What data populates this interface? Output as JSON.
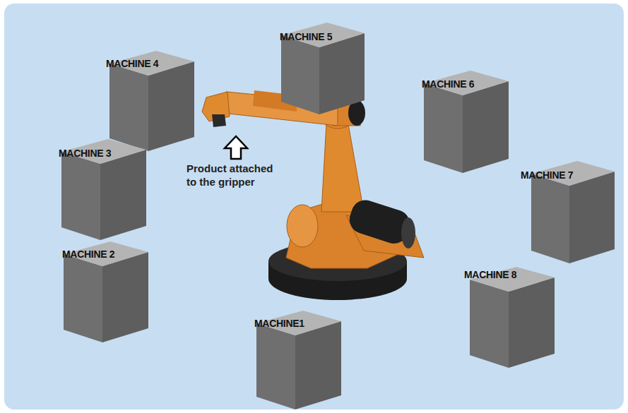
{
  "diagram": {
    "nodes": [
      {
        "text": [
          "MACHINE 5"
        ]
      },
      {
        "text": [
          "MACHINE 4"
        ]
      },
      {
        "text": [
          "MACHINE 6"
        ]
      },
      {
        "text": [
          "MACHINE 3"
        ]
      },
      {
        "text": [
          "MACHINE 7"
        ]
      },
      {
        "text": [
          "MACHINE 2"
        ]
      },
      {
        "text": [
          "MACHINE 8"
        ]
      },
      {
        "text": [
          "MACHINE1"
        ]
      }
    ],
    "labels": [
      "Product attached to the gripper"
    ]
  }
}
